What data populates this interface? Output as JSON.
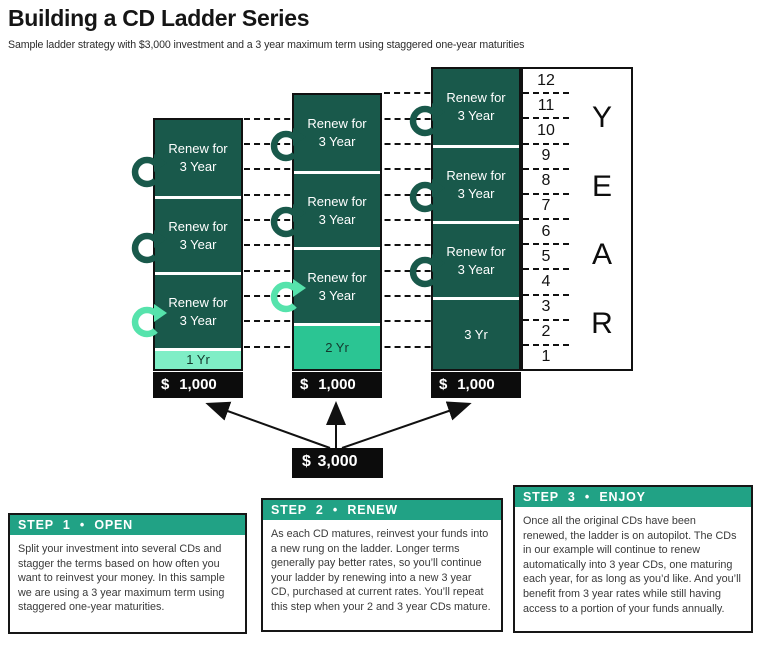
{
  "header": {
    "title": "Building a CD Ladder Series",
    "subtitle": "Sample ladder strategy with $3,000 investment and a 3 year maximum term using staggered one-year maturities"
  },
  "colors": {
    "dark_teal": "#19594B",
    "medium_green": "#2BC593",
    "light_mint": "#7FEEC6",
    "light_arrow_green": "#56E3AC",
    "step_header_green": "#21A285",
    "amount_box_black": "#0C0C0C"
  },
  "ladder": {
    "columns": [
      {
        "renew_segments": [
          {
            "line1": "Renew for",
            "line2": "3 Year"
          },
          {
            "line1": "Renew for",
            "line2": "3 Year"
          },
          {
            "line1": "Renew for",
            "line2": "3 Year"
          }
        ],
        "base_label": "1 Yr",
        "amount_currency": "$",
        "amount_value": "1,000"
      },
      {
        "renew_segments": [
          {
            "line1": "Renew for",
            "line2": "3 Year"
          },
          {
            "line1": "Renew for",
            "line2": "3 Year"
          },
          {
            "line1": "Renew for",
            "line2": "3 Year"
          }
        ],
        "base_label": "2 Yr",
        "amount_currency": "$",
        "amount_value": "1,000"
      },
      {
        "renew_segments": [
          {
            "line1": "Renew for",
            "line2": "3 Year"
          },
          {
            "line1": "Renew for",
            "line2": "3 Year"
          },
          {
            "line1": "Renew for",
            "line2": "3 Year"
          }
        ],
        "base_label": "3 Yr",
        "amount_currency": "$",
        "amount_value": "1,000"
      }
    ],
    "investment": {
      "currency": "$",
      "value": "3,000"
    },
    "scale": {
      "years": [
        "12",
        "11",
        "10",
        "9",
        "8",
        "7",
        "6",
        "5",
        "4",
        "3",
        "2",
        "1"
      ],
      "letters": [
        "Y",
        "E",
        "A",
        "R"
      ]
    }
  },
  "steps": [
    {
      "title": "STEP 1 • OPEN",
      "body": "Split your investment into several CDs and stagger the terms based on how often you want to reinvest your money. In this sample we are using a 3 year maximum term using staggered one-year maturities."
    },
    {
      "title": "STEP 2 • RENEW",
      "body": "As each CD matures, reinvest your funds into a new rung on the ladder. Longer terms generally pay better rates, so you’ll continue your ladder by renewing into a new 3 year CD, purchased at current rates. You’ll repeat this step when your 2 and 3 year CDs mature."
    },
    {
      "title": "STEP 3 • ENJOY",
      "body": "Once all the original CDs have been renewed, the ladder is on autopilot. The CDs in our example will continue to renew automatically into 3 year CDs, one maturing each year, for as long as you’d like. And you’ll benefit from 3 year rates while still having access to a portion of your funds annually."
    }
  ]
}
